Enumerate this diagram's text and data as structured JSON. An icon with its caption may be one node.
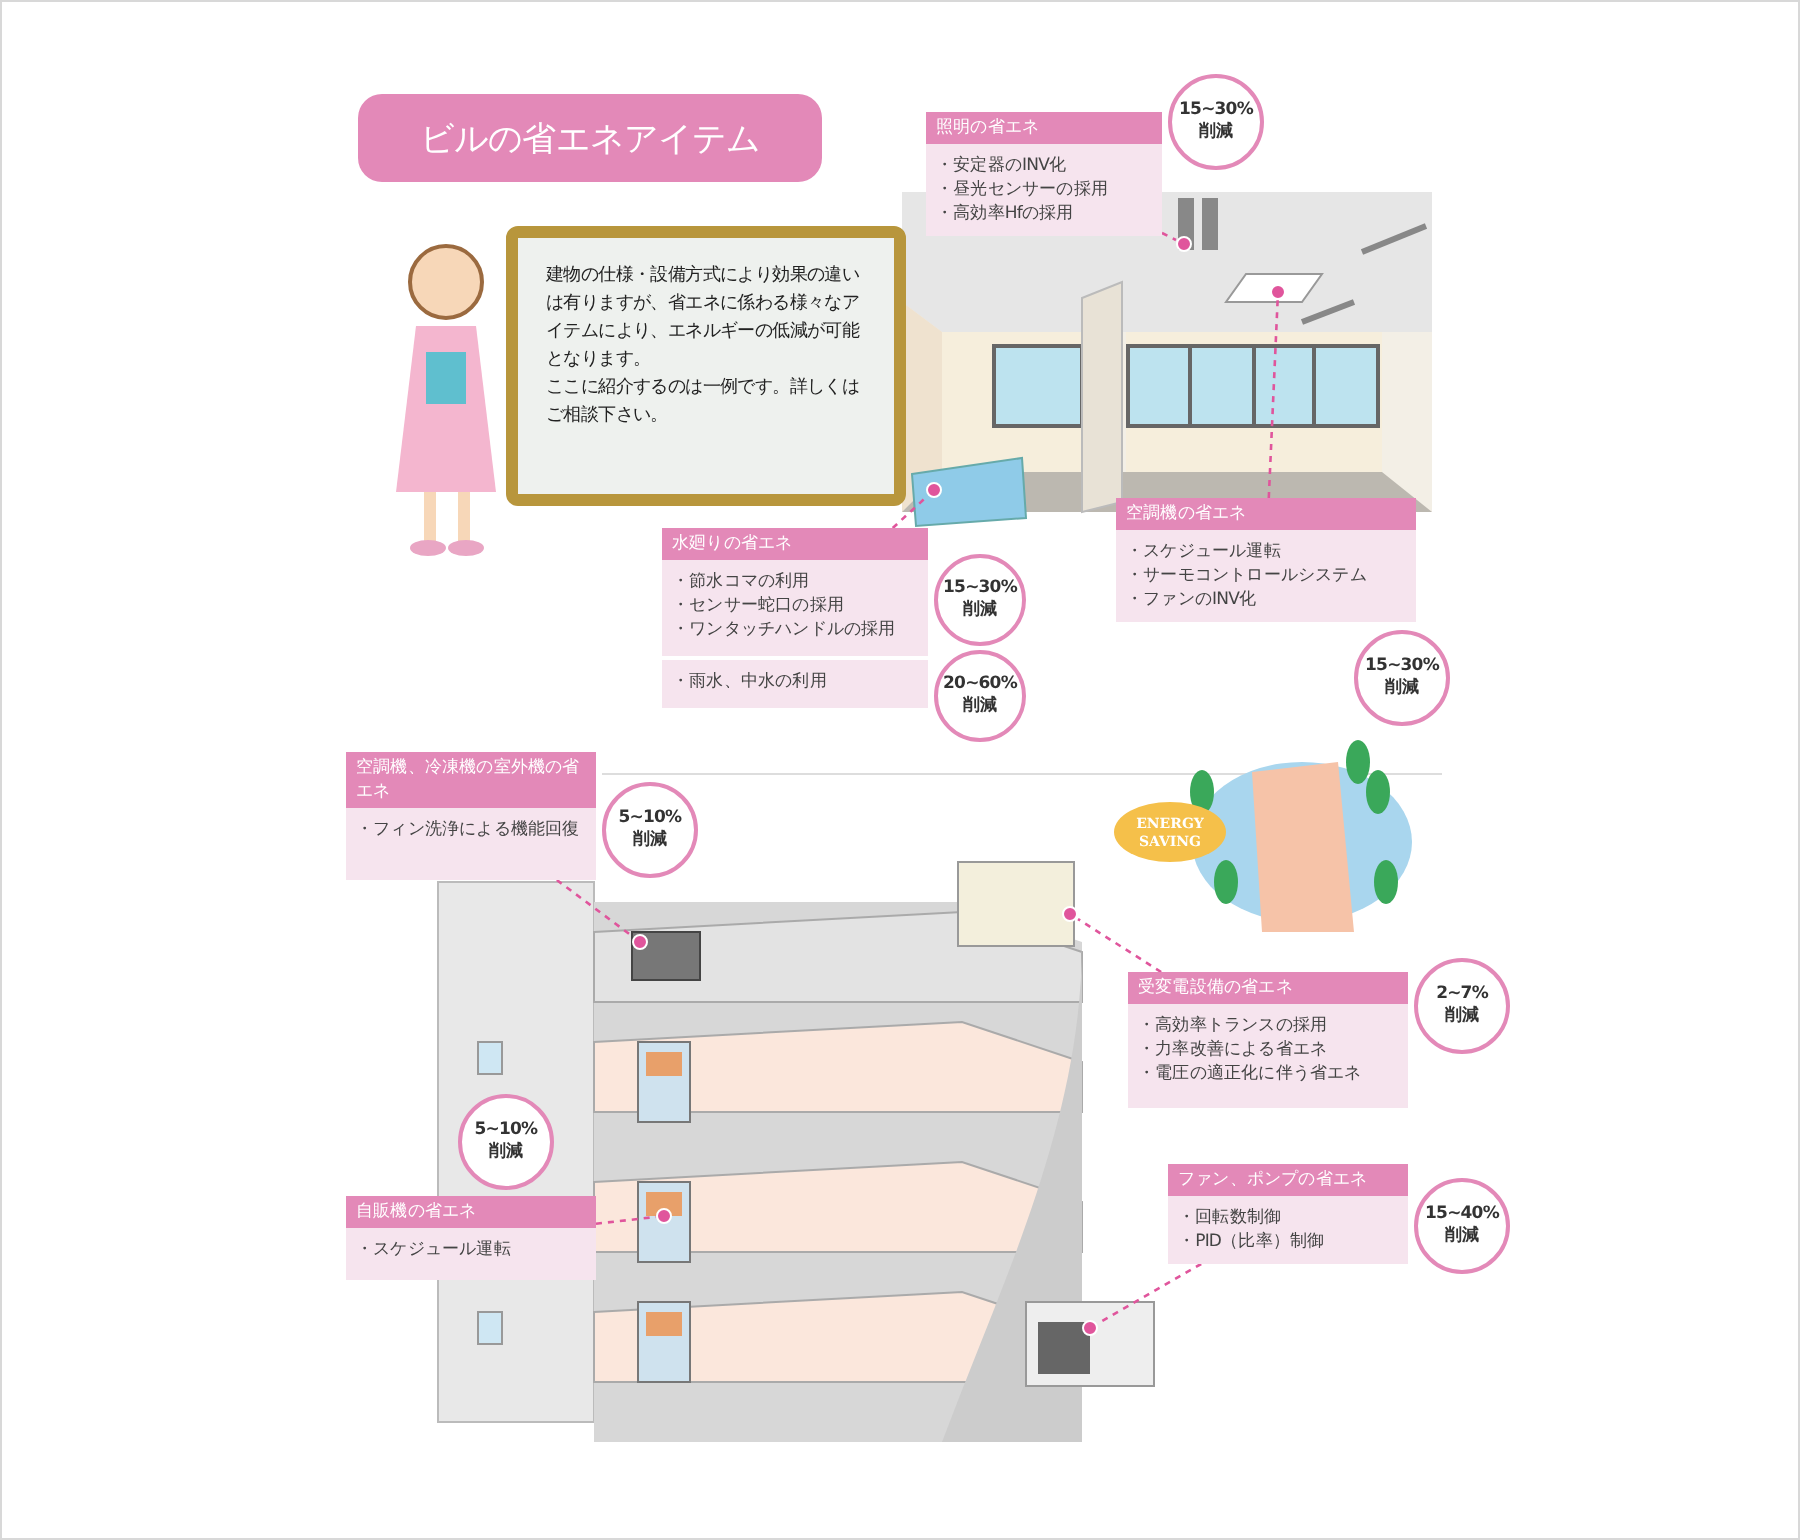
{
  "diagram": {
    "title": "ビルの省エネアイテム",
    "nodes": [
      {
        "text": [
          "建物の仕様・設備方式により効果の違いは有りますが、省エネに係わる様々なアイテムにより、エネルギーの低減が可能となります。",
          "ここに紹介するのは一例です。詳しくはご相談下さい。"
        ]
      },
      {
        "text": [
          "照明の省エネ",
          "・安定器のINV化",
          "・昼光センサーの採用",
          "・高効率Hfの採用"
        ]
      },
      {
        "text": [
          "15~30% 削減"
        ]
      },
      {
        "text": [],
        "shape": "circle"
      },
      {
        "text": [
          "水廻りの省エネ",
          "・節水コマの利用",
          "・センサー蛇口の採用",
          "・ワンタッチハンドルの採用",
          "・雨水、中水の利用"
        ]
      },
      {
        "text": [
          "15~30% 削減"
        ]
      },
      {
        "text": [
          "20~60% 削減"
        ]
      },
      {
        "text": [],
        "shape": "circle"
      },
      {
        "text": [
          "空調機の省エネ",
          "・スケジュール運転",
          "・サーモコントロールシステム",
          "・ファンのINV化"
        ]
      },
      {
        "text": [
          "15~30% 削減"
        ]
      },
      {
        "text": [],
        "shape": "circle"
      },
      {
        "text": [
          "空調機、冷凍機の室外機の省エネ",
          "・フィン洗浄による機能回復"
        ]
      },
      {
        "text": [
          "5~10% 削減"
        ]
      },
      {
        "text": [],
        "shape": "circle"
      },
      {
        "text": [
          "受変電設備の省エネ",
          "・高効率トランスの採用",
          "・力率改善による省エネ",
          "・電圧の適正化に伴う省エネ"
        ]
      },
      {
        "text": [
          "2~7% 削減"
        ]
      },
      {
        "text": [],
        "shape": "circle"
      },
      {
        "text": [
          "自販機の省エネ",
          "・スケジュール運転"
        ]
      },
      {
        "text": [
          "5~10% 削減"
        ]
      },
      {
        "text": [],
        "shape": "circle"
      },
      {
        "text": [
          "ファン、ポンプの省エネ",
          "・回転数制御",
          "・PID（比率）制御"
        ]
      },
      {
        "text": [
          "15~40% 削減"
        ]
      },
      {
        "text": [],
        "shape": "circle"
      },
      {
        "text": [
          "ENERGY SAVING"
        ]
      }
    ],
    "edges": [
      {
        "from": 1,
        "to": 3,
        "arrow": "none",
        "style": "dashed"
      },
      {
        "from": 4,
        "to": 7,
        "arrow": "none",
        "style": "dashed"
      },
      {
        "from": 8,
        "to": 10,
        "arrow": "none",
        "style": "dashed"
      },
      {
        "from": 11,
        "to": 13,
        "arrow": "none",
        "style": "dashed"
      },
      {
        "from": 14,
        "to": 16,
        "arrow": "none",
        "style": "dashed"
      },
      {
        "from": 17,
        "to": 19,
        "arrow": "none",
        "style": "dashed"
      },
      {
        "from": 20,
        "to": 22,
        "arrow": "none",
        "style": "dashed"
      }
    ]
  }
}
